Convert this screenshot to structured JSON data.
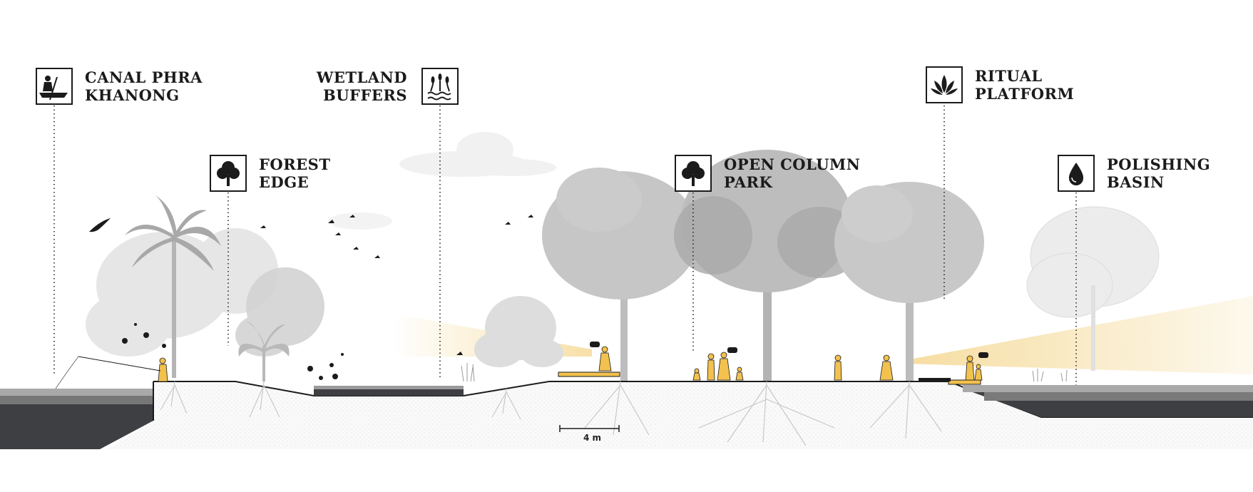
{
  "zones": [
    {
      "id": "canal",
      "lines": [
        "CANAL PHRA",
        "KHANONG"
      ],
      "icon": "boat-paddler-icon"
    },
    {
      "id": "forest-edge",
      "lines": [
        "FOREST",
        "EDGE"
      ],
      "icon": "tree-icon"
    },
    {
      "id": "wetland",
      "lines": [
        "WETLAND",
        "BUFFERS"
      ],
      "icon": "reeds-water-icon"
    },
    {
      "id": "park",
      "lines": [
        "OPEN COLUMN",
        "PARK"
      ],
      "icon": "tree-icon"
    },
    {
      "id": "ritual",
      "lines": [
        "RITUAL",
        "PLATFORM"
      ],
      "icon": "lotus-icon"
    },
    {
      "id": "basin",
      "lines": [
        "POLISHING",
        "BASIN"
      ],
      "icon": "water-drop-icon"
    }
  ],
  "scale": {
    "label": "4 m"
  },
  "colors": {
    "accent": "#f2c14e",
    "water_dark": "#3d3f42",
    "tree_grey": "#bdbdbd",
    "ink": "#1b1b1b"
  }
}
